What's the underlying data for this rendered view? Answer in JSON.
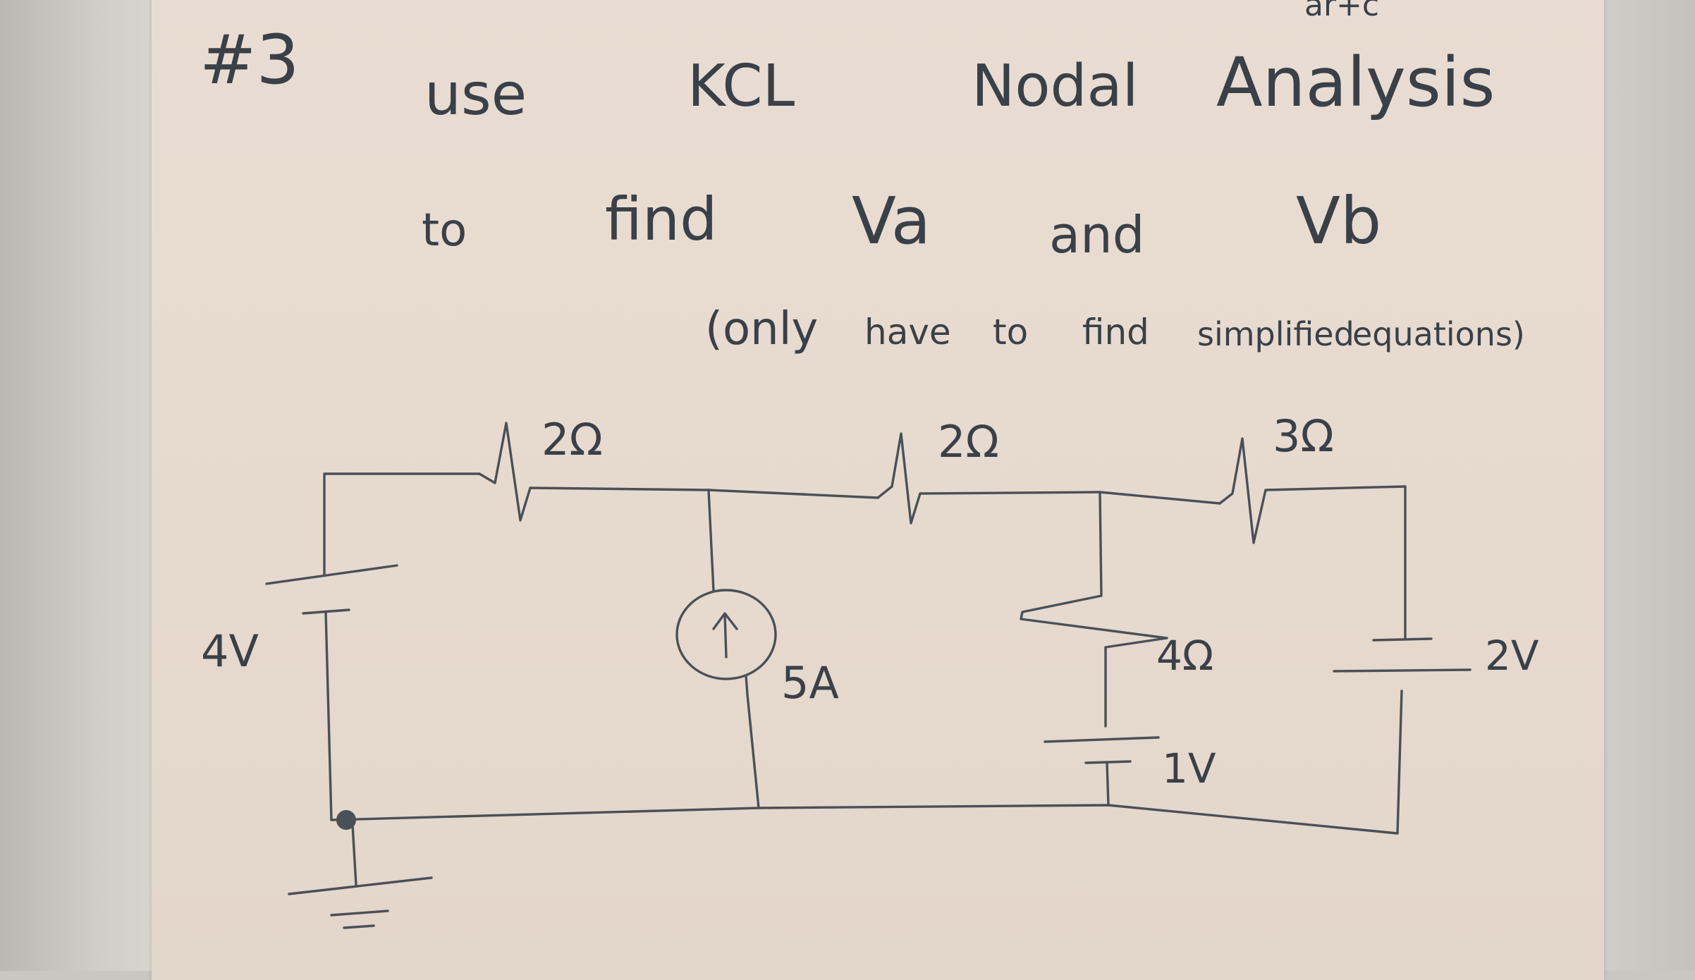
{
  "problem": {
    "number": "#3",
    "top_partial": "ar+c",
    "line1": [
      "use",
      "KCL",
      "Nodal",
      "Analysis"
    ],
    "line2": [
      "to",
      "find",
      "Va",
      "and",
      "Vb"
    ],
    "note": [
      "(only",
      "have",
      "to",
      "find",
      "simplified",
      "equations)"
    ]
  },
  "circuit": {
    "r_left": "2Ω",
    "r_mid": "2Ω",
    "r_right": "3Ω",
    "r_shunt": "4Ω",
    "src_left": "4V",
    "src_current": "5A",
    "src_shunt": "1V",
    "src_right": "2V"
  }
}
